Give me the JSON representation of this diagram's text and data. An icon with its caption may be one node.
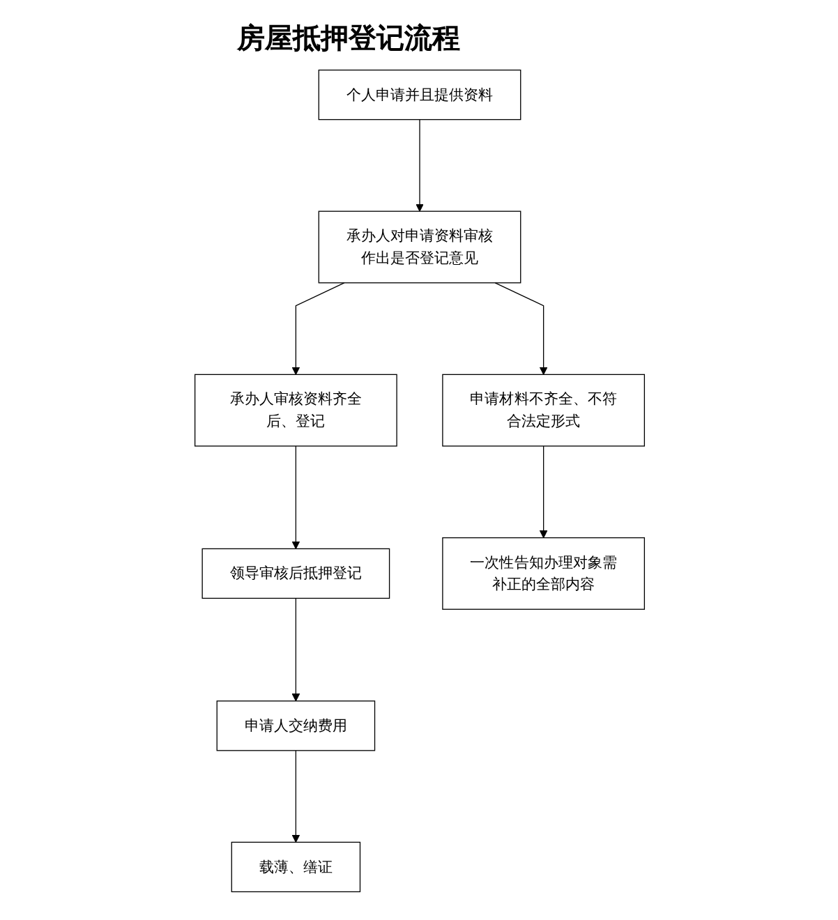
{
  "diagram": {
    "title": "房屋抵押登记流程",
    "nodes": [
      {
        "text": [
          "个人申请并且提供资料"
        ]
      },
      {
        "text": [
          "承办人对申请资料审核作出是否登记意见"
        ]
      },
      {
        "text": [
          "承办人审核资料齐全后、登记"
        ]
      },
      {
        "text": [
          "申请材料不齐全、不符合法定形式"
        ]
      },
      {
        "text": [
          "领导审核后抵押登记"
        ]
      },
      {
        "text": [
          "一次性告知办理对象需补正的全部内容"
        ]
      },
      {
        "text": [
          "申请人交纳费用"
        ]
      },
      {
        "text": [
          "载薄、缮证"
        ]
      }
    ],
    "edges": [
      {
        "from": 0,
        "to": 1,
        "arrow": "to"
      },
      {
        "from": 1,
        "to": 2,
        "arrow": "to"
      },
      {
        "from": 1,
        "to": 3,
        "arrow": "to"
      },
      {
        "from": 2,
        "to": 4,
        "arrow": "to"
      },
      {
        "from": 3,
        "to": 5,
        "arrow": "to"
      },
      {
        "from": 4,
        "to": 6,
        "arrow": "to"
      },
      {
        "from": 6,
        "to": 7,
        "arrow": "to"
      }
    ]
  }
}
